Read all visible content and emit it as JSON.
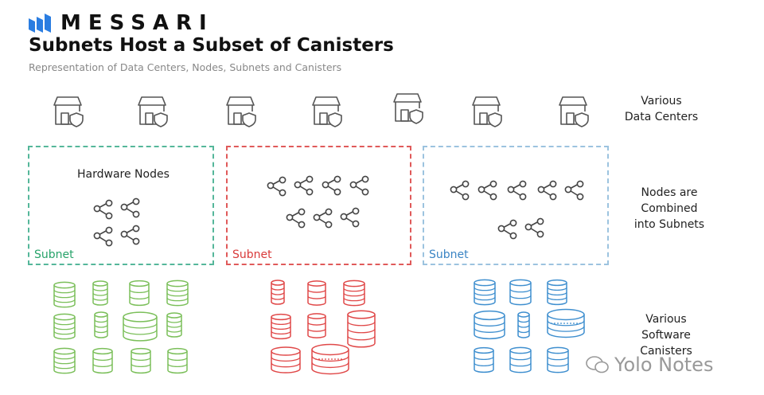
{
  "brand": {
    "name": "MESSARI"
  },
  "header": {
    "title": "Subnets Host a Subset of Canisters",
    "subtitle": "Representation of Data Centers, Nodes, Subnets and Canisters"
  },
  "row_labels": {
    "data_centers": [
      "Various",
      "Data Centers"
    ],
    "nodes": [
      "Nodes are",
      "Combined",
      "into Subnets"
    ],
    "canisters": [
      "Various",
      "Software",
      "Canisters"
    ]
  },
  "hardware_nodes_label": "Hardware Nodes",
  "subnets": [
    {
      "label": "Subnet",
      "color": "#55b79a",
      "text_color": "#27a36a",
      "canister_color": "#7bbf5a"
    },
    {
      "label": "Subnet",
      "color": "#e05a5a",
      "text_color": "#d93a3a",
      "canister_color": "#e04848"
    },
    {
      "label": "Subnet",
      "color": "#9cc3df",
      "text_color": "#3a84c4",
      "canister_color": "#3f8fcf"
    }
  ],
  "icons": {
    "data_center": "data-center-icon",
    "node": "share-node-icon",
    "canister": "database-canister-icon"
  },
  "counts": {
    "data_centers": 7,
    "nodes_per_subnet": [
      4,
      7,
      7
    ]
  },
  "watermark": "Yolo Notes"
}
